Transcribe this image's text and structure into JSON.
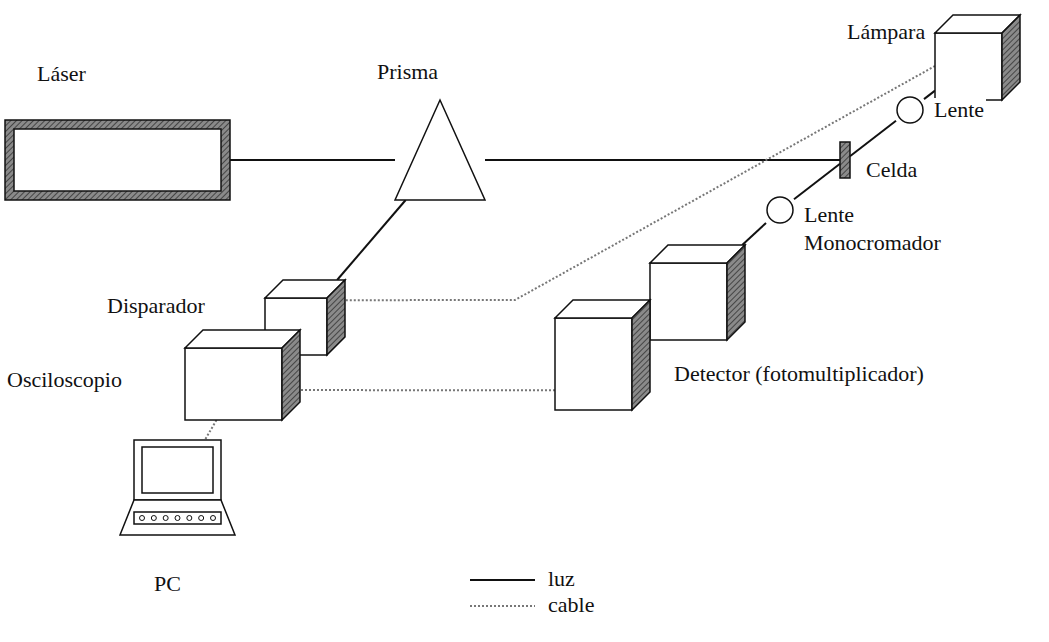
{
  "diagram": {
    "nodes": [
      {
        "text": [
          "Láser"
        ]
      },
      {
        "text": [
          "Prisma"
        ]
      },
      {
        "text": [
          "Lámpara"
        ]
      },
      {
        "text": [
          "Lente"
        ]
      },
      {
        "text": [
          "Celda"
        ]
      },
      {
        "text": [
          "Lente"
        ]
      },
      {
        "text": [
          "Disparador"
        ]
      },
      {
        "text": [
          "Monocromador"
        ]
      },
      {
        "text": [
          "Osciloscopio"
        ]
      },
      {
        "text": [
          "Detector (fotomultiplicador)"
        ]
      },
      {
        "text": [
          "PC"
        ]
      }
    ],
    "edges": [
      {
        "from": 0,
        "to": 1,
        "arrow": "none"
      },
      {
        "from": 1,
        "to": 4,
        "arrow": "none"
      },
      {
        "from": 1,
        "to": 6,
        "arrow": "none"
      },
      {
        "from": 2,
        "to": 3,
        "arrow": "none"
      },
      {
        "from": 3,
        "to": 4,
        "arrow": "none"
      },
      {
        "from": 4,
        "to": 5,
        "arrow": "none"
      },
      {
        "from": 5,
        "to": 7,
        "arrow": "none"
      },
      {
        "from": 2,
        "to": 6,
        "arrow": "none"
      },
      {
        "from": 9,
        "to": 8,
        "arrow": "none"
      },
      {
        "from": 8,
        "to": 10,
        "arrow": "none"
      }
    ],
    "legend": [
      {
        "text": "luz"
      },
      {
        "text": "cable"
      }
    ]
  }
}
